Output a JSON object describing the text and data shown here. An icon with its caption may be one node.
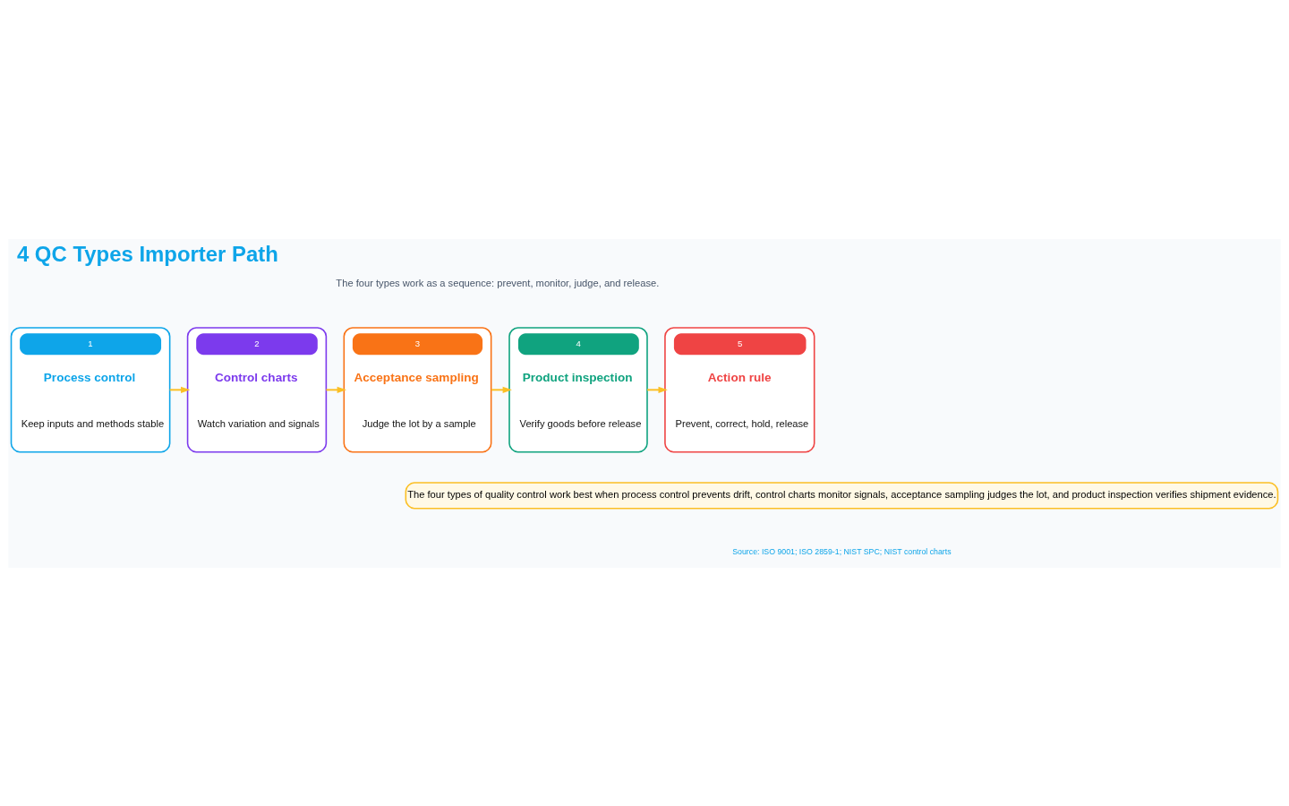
{
  "diagram": {
    "title": "4 QC Types Importer Path",
    "nodes": [
      {
        "text": [
          "1",
          "Process control",
          "Keep inputs and methods stable"
        ]
      },
      {
        "text": [
          "2",
          "Control charts",
          "Watch variation and signals"
        ]
      },
      {
        "text": [
          "3",
          "Acceptance sampling",
          "Judge the lot by a sample"
        ]
      },
      {
        "text": [
          "4",
          "Product inspection",
          "Verify goods before release"
        ]
      },
      {
        "text": [
          "5",
          "Action rule",
          "Prevent, correct, hold, release"
        ]
      },
      {
        "text": [
          "The four types of quality control work best when process control prevents drift, control charts monitor signals, acceptance sampling judges the lot, and product inspection verifies shipment evidence."
        ]
      }
    ],
    "edges": [
      {
        "from": 0,
        "to": 1,
        "arrow": "to"
      },
      {
        "from": 1,
        "to": 2,
        "arrow": "to"
      },
      {
        "from": 2,
        "to": 3,
        "arrow": "to"
      },
      {
        "from": 3,
        "to": 4,
        "arrow": "to"
      }
    ],
    "labels": [
      "The four types work as a sequence: prevent, monitor, judge, and release.",
      "Source: ISO 9001; ISO 2859-1; NIST SPC; NIST control charts"
    ]
  }
}
